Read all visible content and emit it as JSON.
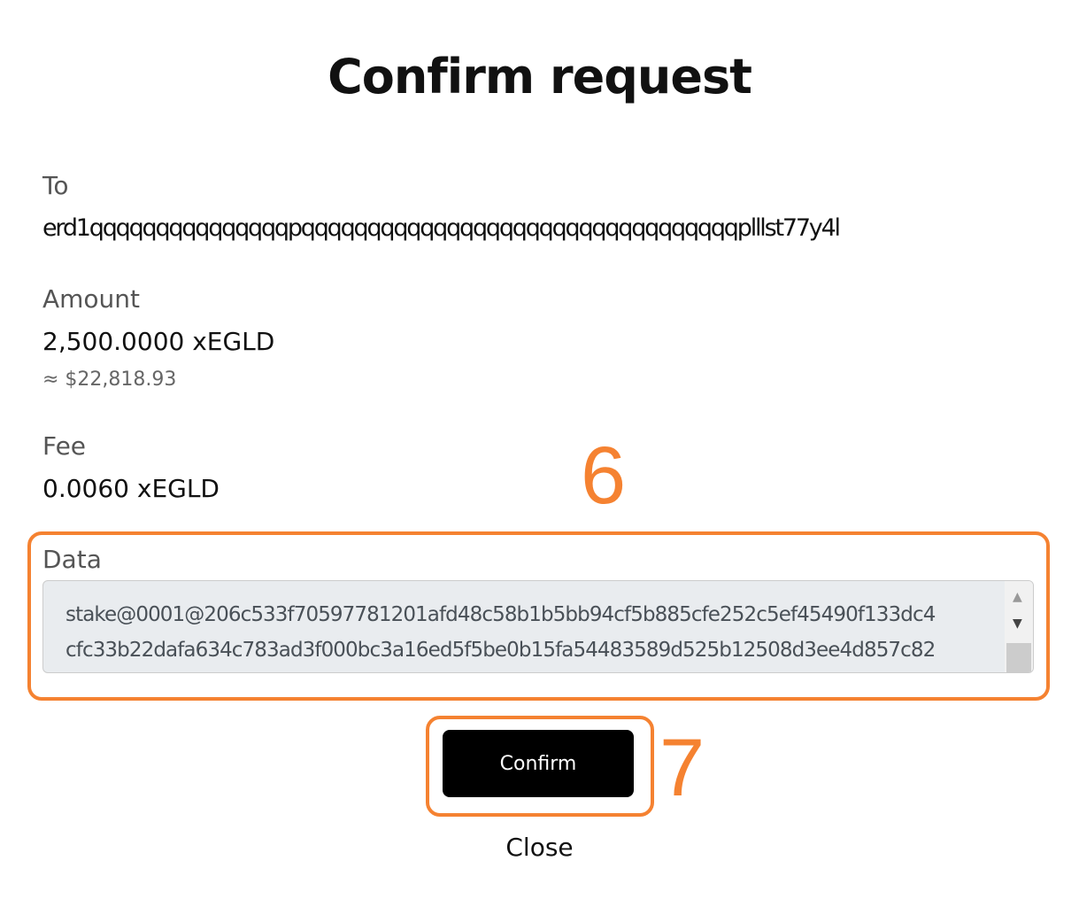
{
  "title": "Confirm request",
  "to": {
    "label": "To",
    "value": "erd1qqqqqqqqqqqqqqqpqqqqqqqqqqqqqqqqqqqqqqqqqqqqqqqqqplllst77y4l"
  },
  "amount": {
    "label": "Amount",
    "value": "2,500.0000 xEGLD",
    "usd": "≈ $22,818.93"
  },
  "fee": {
    "label": "Fee",
    "value": "0.0060 xEGLD"
  },
  "data": {
    "label": "Data",
    "lines": [
      "stake@0001@206c533f70597781201afd48c58b1b5bb94cf5b885cfe252c5ef45490f133dc4",
      "cfc33b22dafa634c783ad3f000bc3a16ed5f5be0b15fa54483589d525b12508d3ee4d857c82"
    ]
  },
  "confirm_label": "Confirm",
  "close_label": "Close",
  "annotations": [
    "6",
    "7"
  ],
  "accent": "#f58231"
}
